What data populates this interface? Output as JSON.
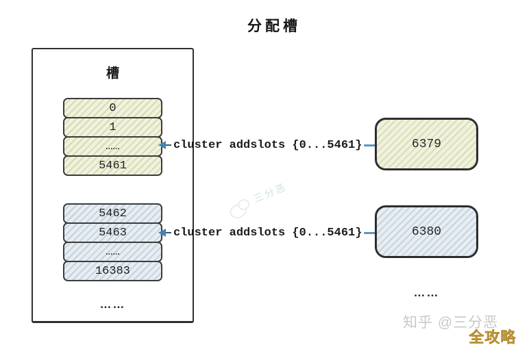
{
  "title": "分配槽",
  "slot_panel": {
    "header": "槽",
    "group1": {
      "rows": [
        "0",
        "1",
        "……",
        "5461"
      ]
    },
    "group2": {
      "rows": [
        "5462",
        "5463",
        "……",
        "16383"
      ]
    },
    "ellipsis": "……"
  },
  "connectors": [
    {
      "label": "cluster addslots {0...5461}"
    },
    {
      "label": "cluster addslots {0...5461}"
    }
  ],
  "nodes": [
    {
      "label": "6379"
    },
    {
      "label": "6380"
    }
  ],
  "nodes_ellipsis": "……",
  "watermark": {
    "center": "三分恶",
    "zhihu": "知乎 @三分恶",
    "badge": "全攻略"
  },
  "colors": {
    "arrow_blue": "#4386b4",
    "slot_yellow_fill": "#f1f2dd",
    "slot_blue_fill": "#e7edf2",
    "border_dark": "#2f2f2f",
    "watermark_gray": "#c9c9c9",
    "watermark_gold": "#bd9433",
    "watermark_teal": "#8fbfc4"
  }
}
